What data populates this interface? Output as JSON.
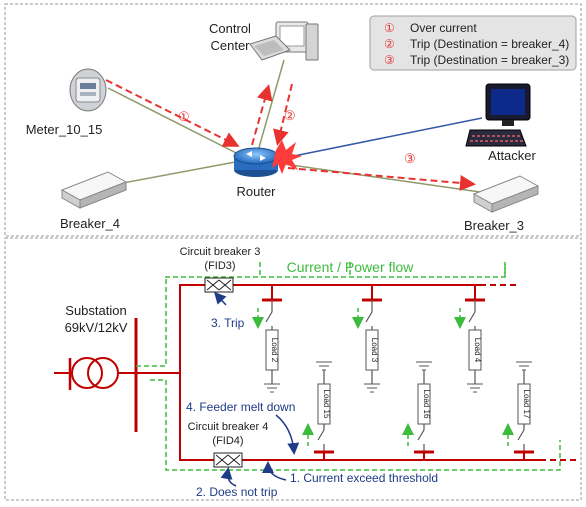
{
  "top": {
    "control_center_line1": "Control",
    "control_center_line2": "Center",
    "meter_label": "Meter_10_15",
    "router_label": "Router",
    "breaker4_label": "Breaker_4",
    "breaker3_label": "Breaker_3",
    "attacker_label": "Attacker",
    "legend": [
      {
        "num": "①",
        "text": "Over current"
      },
      {
        "num": "②",
        "text": "Trip (Destination = breaker_4)"
      },
      {
        "num": "③",
        "text": "Trip (Destination = breaker_3)"
      }
    ],
    "step1": "①",
    "step2": "②",
    "step3": "③"
  },
  "bottom": {
    "substation_line1": "Substation",
    "substation_line2": "69kV/12kV",
    "cb3_label": "Circuit breaker 3",
    "cb3_fid": "(FID3)",
    "cb4_label": "Circuit breaker 4",
    "cb4_fid": "(FID4)",
    "flow_label": "Current / Power flow",
    "trip_label": "3. Trip",
    "meltdown_label": "4. Feeder melt down",
    "not_trip_label": "2. Does not trip",
    "exceed_label": "1. Current exceed threshold",
    "loads_top": [
      "Load 2",
      "Load 3",
      "Load 4"
    ],
    "loads_bottom": [
      "Load 15",
      "Load 16",
      "Load 17"
    ]
  },
  "colors": {
    "attack_red": "#e8322f",
    "feeder_red": "#c00000",
    "flow_green": "#3dbb3d",
    "annotation_blue": "#1f3c88",
    "link_olive": "#8f9a6a",
    "link_blue": "#3558a8"
  }
}
